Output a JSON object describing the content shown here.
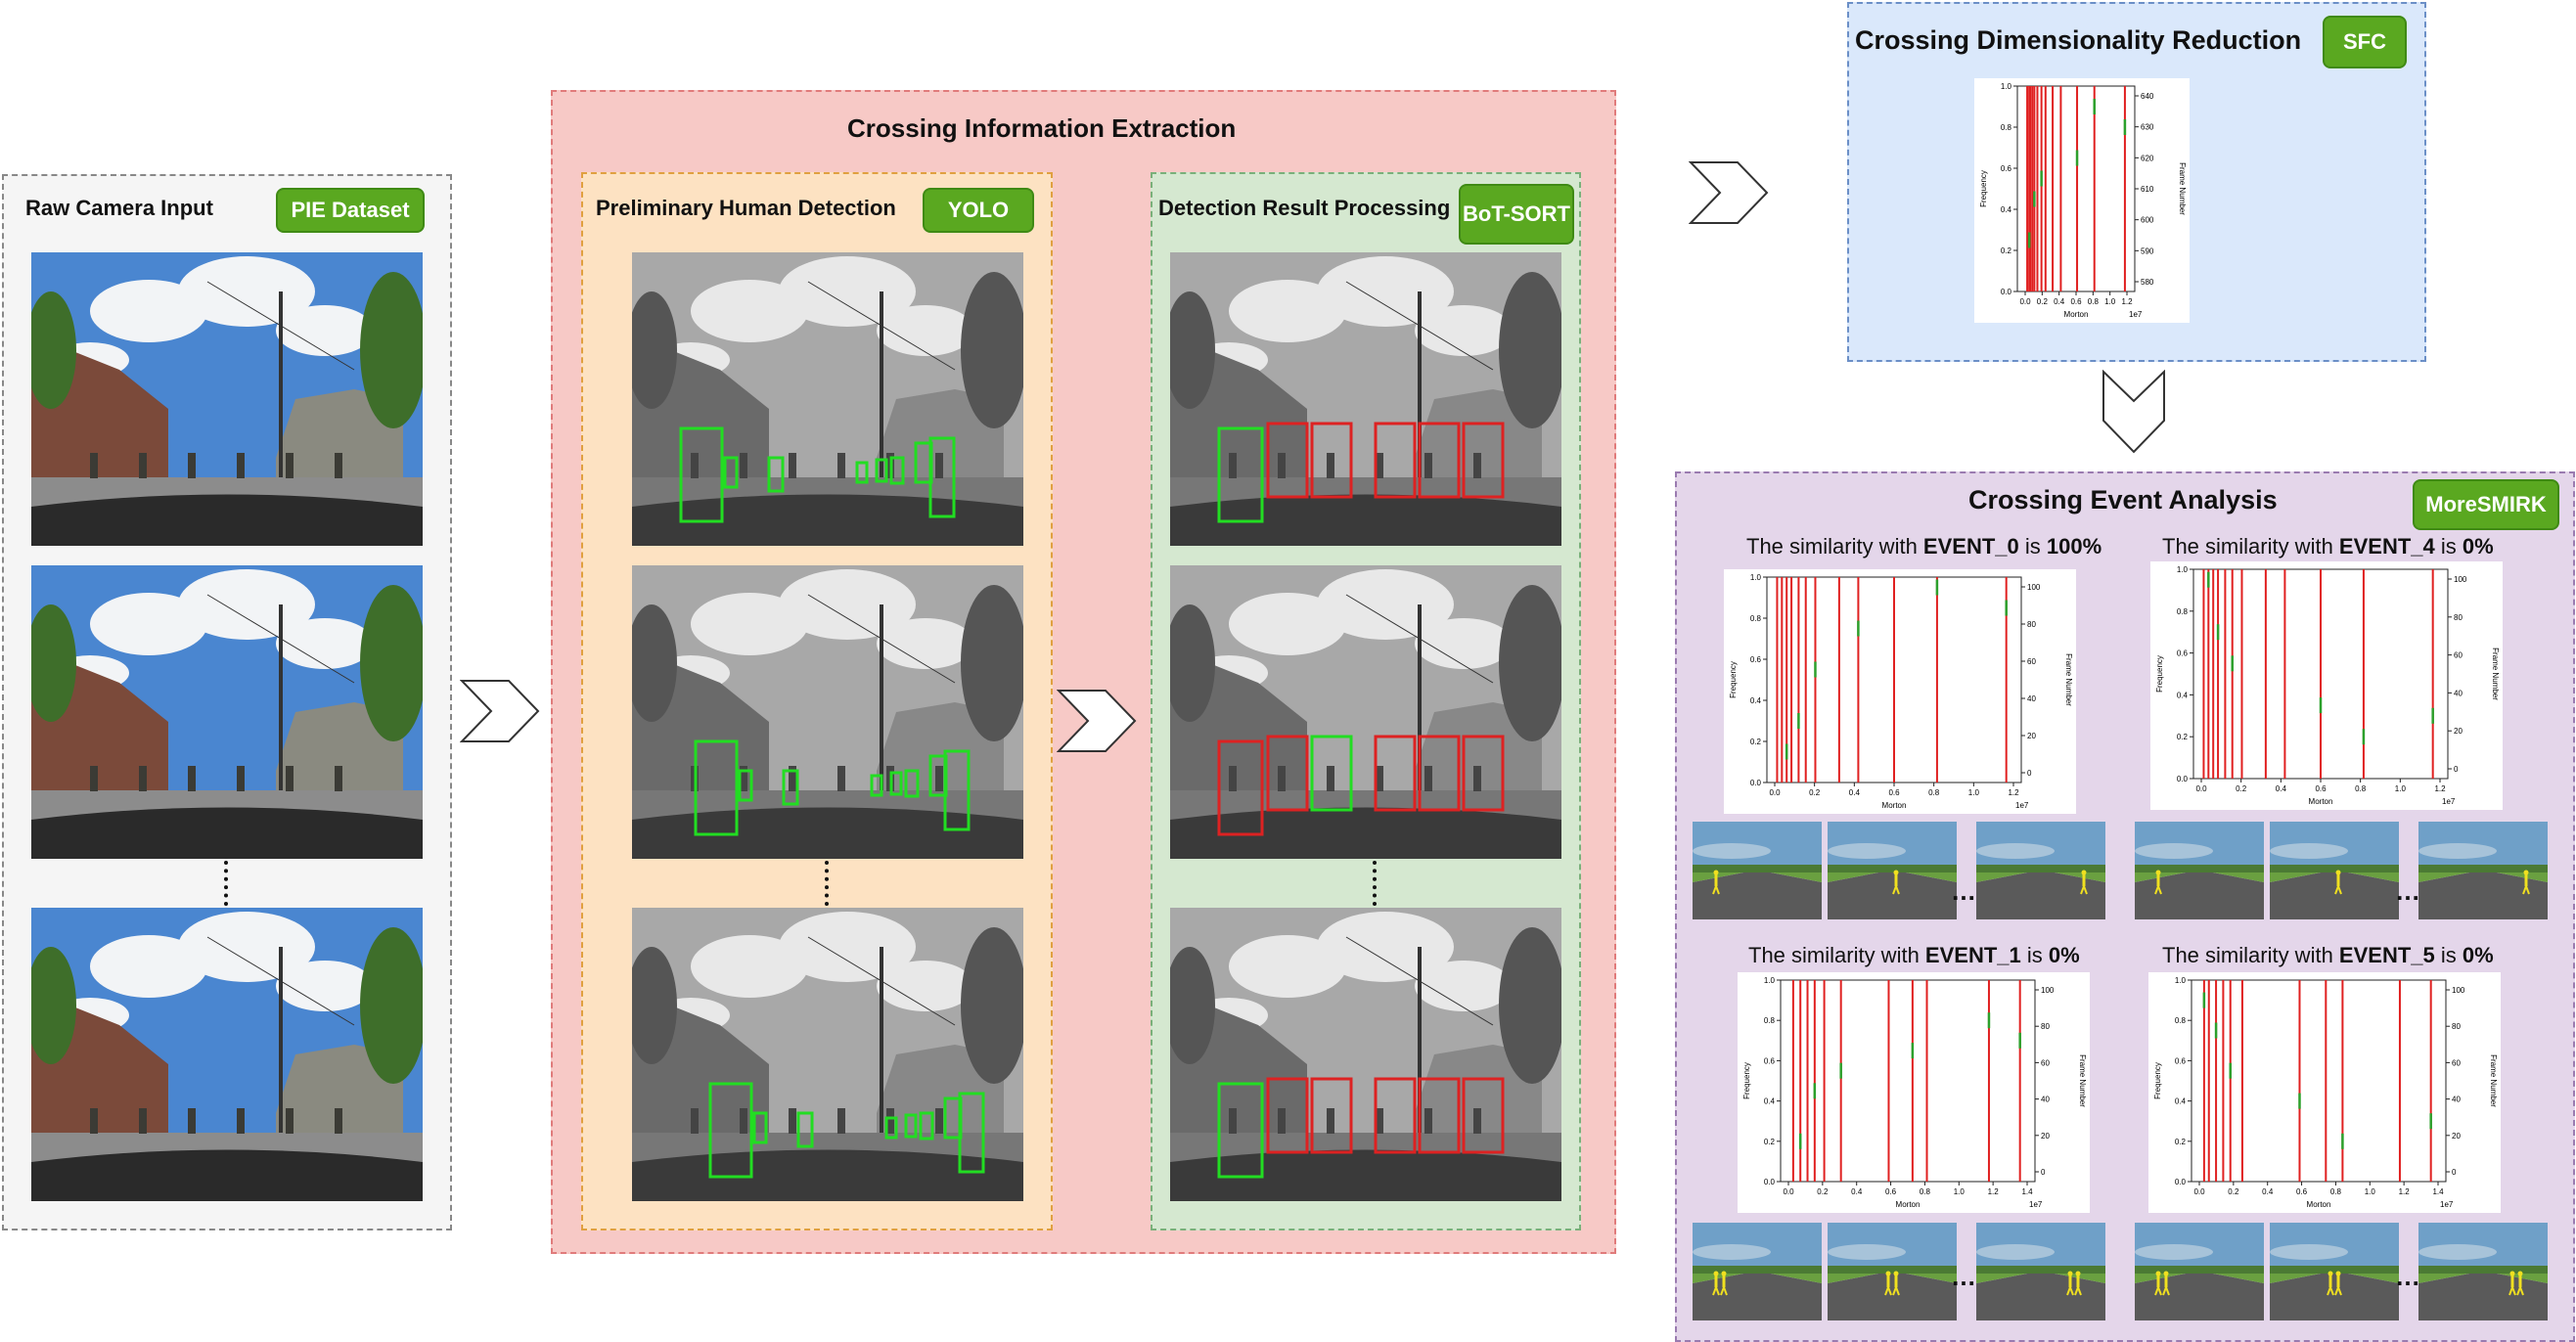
{
  "panels": {
    "raw": {
      "title": "Raw Camera Input",
      "badge": "PIE Dataset"
    },
    "extraction": {
      "title": "Crossing Information Extraction"
    },
    "detection": {
      "title": "Preliminary Human Detection",
      "badge": "YOLO"
    },
    "processing": {
      "title": "Detection Result Processing",
      "badge": "BoT-SORT"
    },
    "reduction": {
      "title": "Crossing Dimensionality Reduction",
      "badge": "SFC"
    },
    "analysis": {
      "title": "Crossing Event Analysis",
      "badge": "MoreSMIRK"
    }
  },
  "events": [
    {
      "prefix": "The similarity with ",
      "event": "EVENT_0",
      "mid": " is ",
      "pct": "100%"
    },
    {
      "prefix": "The similarity with ",
      "event": "EVENT_4",
      "mid": " is ",
      "pct": "0%"
    },
    {
      "prefix": "The similarity with ",
      "event": "EVENT_1",
      "mid": " is ",
      "pct": "0%"
    },
    {
      "prefix": "The similarity with ",
      "event": "EVENT_5",
      "mid": " is ",
      "pct": "0%"
    }
  ],
  "plot_labels": {
    "xlabel": "Morton",
    "ylabel_left": "Frequency",
    "ylabel_right": "Frame Number",
    "scale": "1e7",
    "yticks_left": [
      "0.0",
      "0.2",
      "0.4",
      "0.6",
      "0.8",
      "1.0"
    ],
    "xticks_a": [
      "0.0",
      "0.2",
      "0.4",
      "0.6",
      "0.8",
      "1.0",
      "1.2"
    ],
    "xticks_b": [
      "0.0",
      "0.2",
      "0.4",
      "0.6",
      "0.8",
      "1.0",
      "1.2",
      "1.4"
    ],
    "yticks_right_sfc": [
      "580",
      "590",
      "600",
      "610",
      "620",
      "630",
      "640"
    ],
    "yticks_right_evt": [
      "0",
      "20",
      "40",
      "60",
      "80",
      "100"
    ]
  },
  "colors": {
    "badge": "#5aa820",
    "raw_bg": "#f5f5f5",
    "extract_bg": "#f7c9c6",
    "detect_bg": "#fde2c2",
    "process_bg": "#d5e8d0",
    "reduce_bg": "#dae8fb",
    "analysis_bg": "#e4d6ea",
    "line_red": "#e02020",
    "mark_green": "#2ca02c"
  }
}
